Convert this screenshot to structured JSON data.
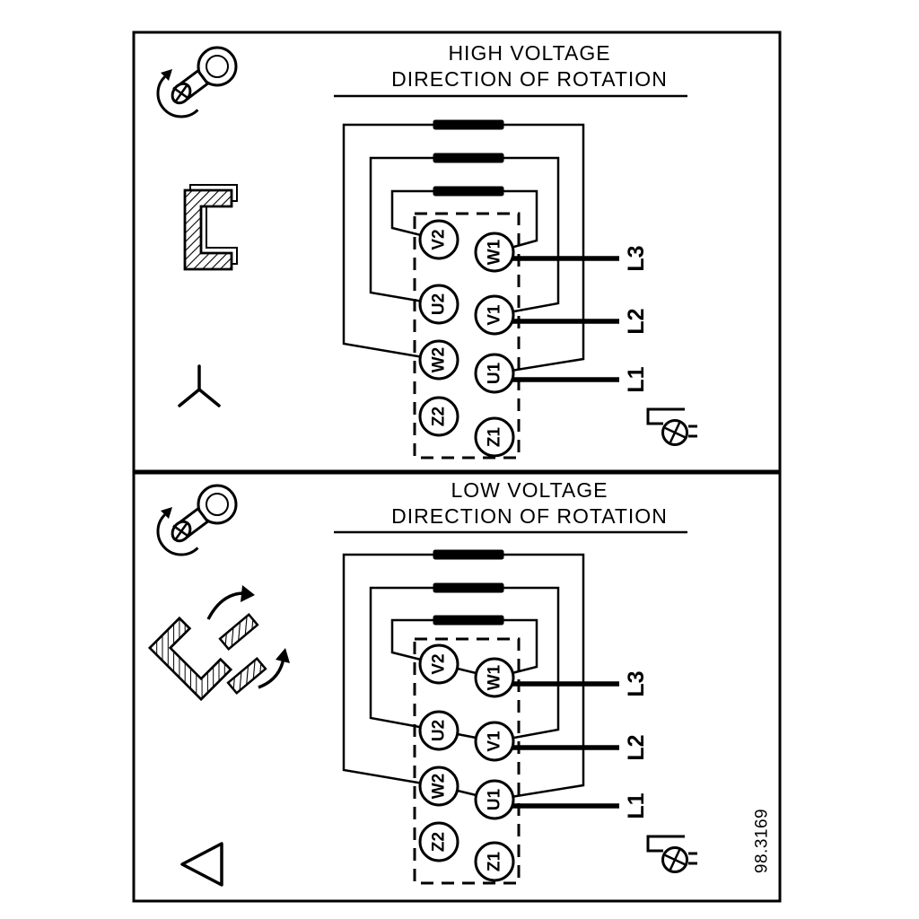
{
  "figure": {
    "number": "98.3169"
  },
  "panels": [
    {
      "title_line1": "HIGH VOLTAGE",
      "title_line2": "DIRECTION OF ROTATION",
      "connection": "star",
      "terminals_left": [
        "V2",
        "U2",
        "W2",
        "Z2"
      ],
      "terminals_right": [
        "W1",
        "V1",
        "U1",
        "Z1"
      ],
      "supply_lines": [
        "L3",
        "L2",
        "L1"
      ]
    },
    {
      "title_line1": "LOW VOLTAGE",
      "title_line2": "DIRECTION OF ROTATION",
      "connection": "delta",
      "terminals_left": [
        "V2",
        "U2",
        "W2",
        "Z2"
      ],
      "terminals_right": [
        "W1",
        "V1",
        "U1",
        "Z1"
      ],
      "supply_lines": [
        "L3",
        "L2",
        "L1"
      ]
    }
  ],
  "colors": {
    "line": "#000000",
    "background": "#ffffff"
  }
}
